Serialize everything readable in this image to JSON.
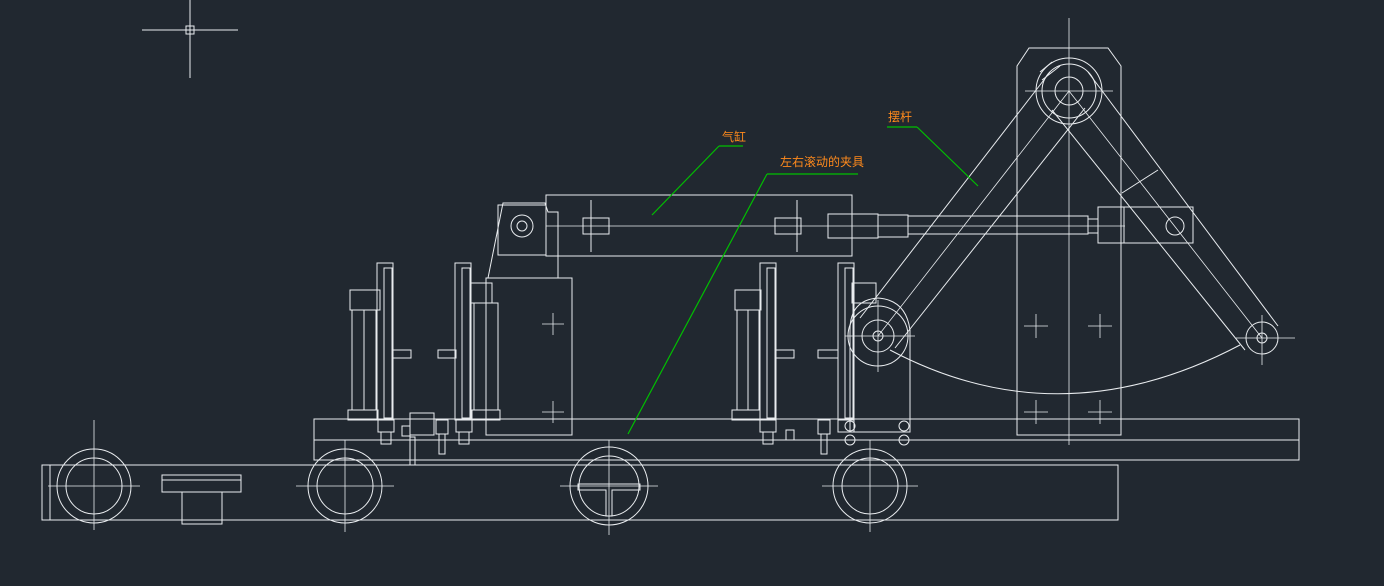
{
  "drawing": {
    "labels": {
      "cylinder": "气缸",
      "fixture": "左右滚动的夹具",
      "swing_arm": "摆杆"
    },
    "colors": {
      "background": "#212830",
      "linework": "#e9ecef",
      "leader": "#00c000",
      "annotation": "#ff8a1c"
    }
  }
}
